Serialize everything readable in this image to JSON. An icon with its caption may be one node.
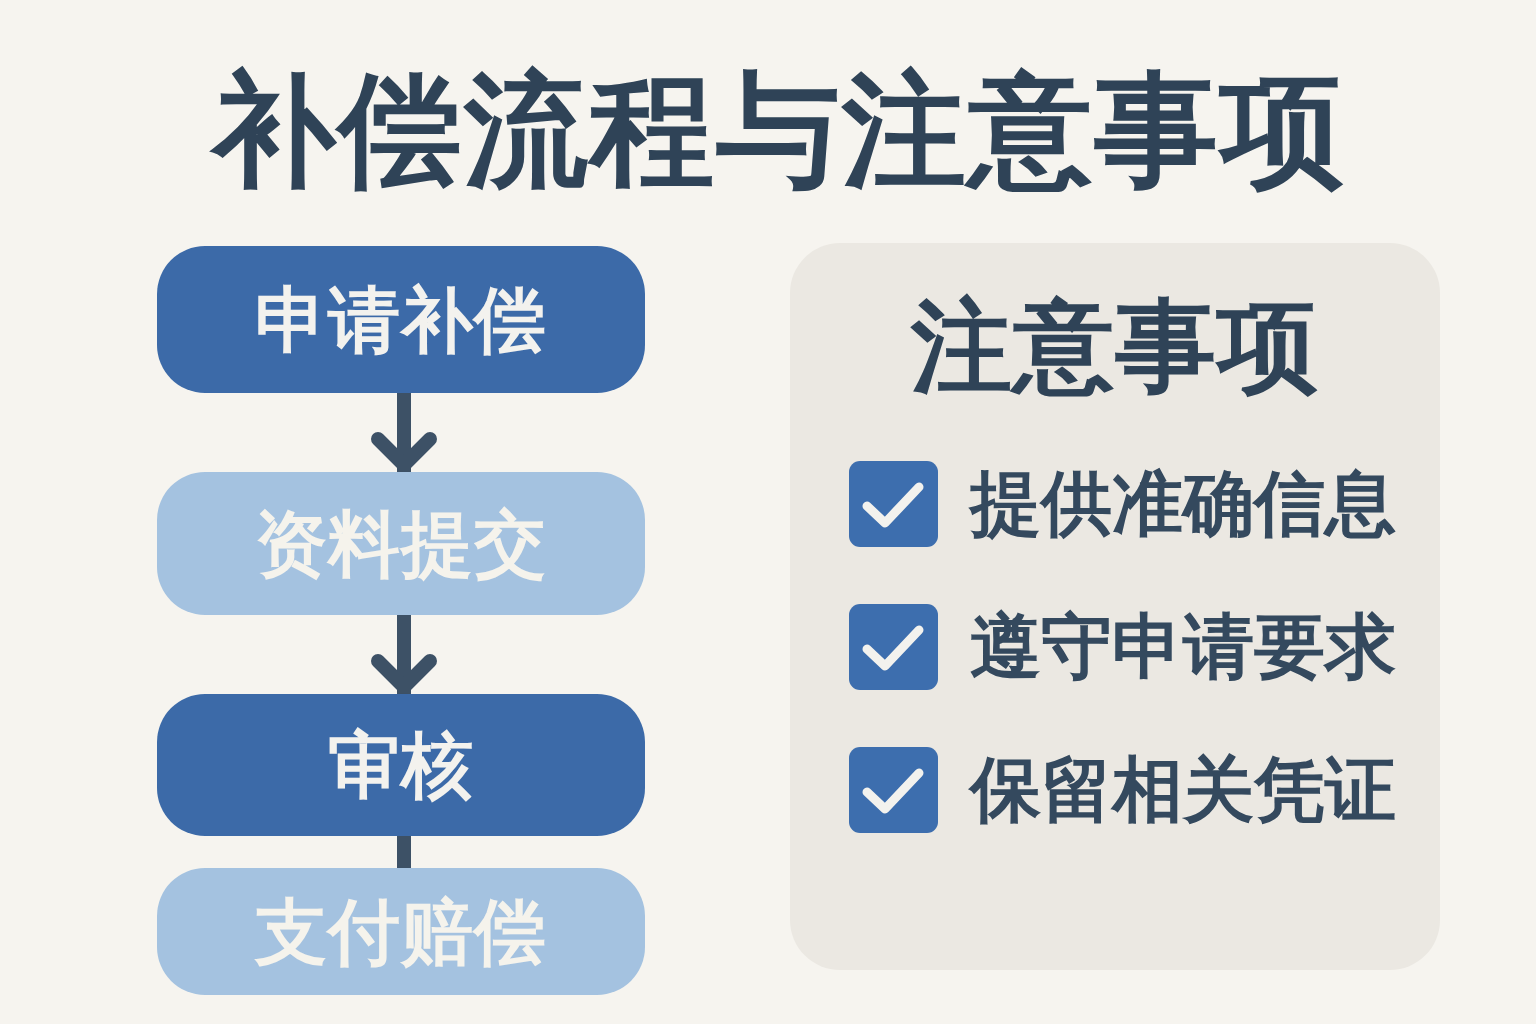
{
  "diagram": {
    "title": "补偿流程与注意事项",
    "nodes": [
      {
        "text": [
          "申请补偿"
        ]
      },
      {
        "text": [
          "资料提交"
        ]
      },
      {
        "text": [
          "审核"
        ]
      },
      {
        "text": [
          "支付赔偿"
        ]
      },
      {
        "text": [
          "注意事项",
          "提供准确信息",
          "遵守申请要求",
          "保留相关凭证"
        ]
      }
    ],
    "edges": [
      {
        "from": 0,
        "to": 1,
        "arrow": "to"
      },
      {
        "from": 1,
        "to": 2,
        "arrow": "to"
      },
      {
        "from": 2,
        "to": 3,
        "arrow": "none"
      }
    ]
  }
}
